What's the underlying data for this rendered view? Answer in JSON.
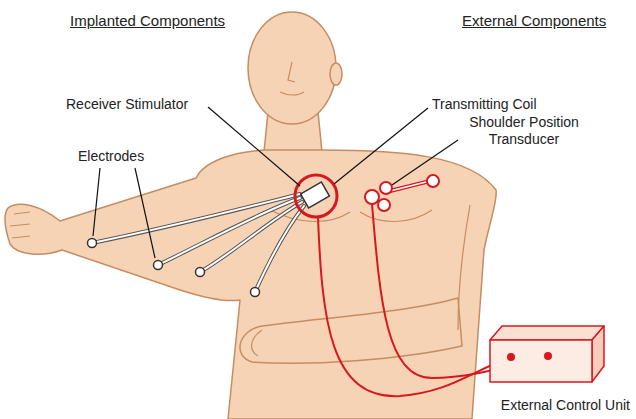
{
  "diagram": {
    "nodes": [
      {
        "text": [
          "External Control Unit"
        ]
      }
    ],
    "labels": [
      "Implanted Components",
      "External Components",
      "Receiver Stimulator",
      "Electrodes",
      "Transmitting Coil",
      "Shoulder Position Transducer"
    ]
  }
}
